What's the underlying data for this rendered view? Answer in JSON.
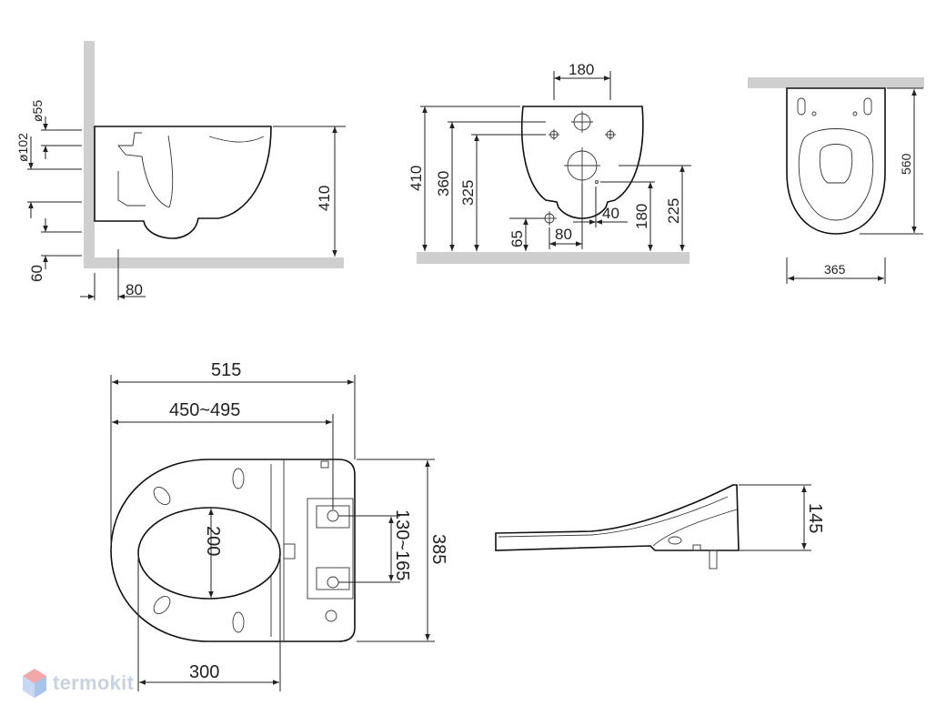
{
  "side_view": {
    "dims": {
      "d55": "ø55",
      "d102": "ø102",
      "h60": "60",
      "w80": "80",
      "h410": "410"
    }
  },
  "front_view": {
    "dims": {
      "w180": "180",
      "h410": "410",
      "h360": "360",
      "h325": "325",
      "h225": "225",
      "h180": "180",
      "w40": "40",
      "w80": "80",
      "h65": "65"
    }
  },
  "top_view": {
    "dims": {
      "h560": "560",
      "w365": "365"
    }
  },
  "seat_top": {
    "dims": {
      "w515": "515",
      "w450_495": "450~495",
      "h200": "200",
      "w300": "300",
      "h130_165": "130~165",
      "h385": "385"
    }
  },
  "seat_side": {
    "dims": {
      "h145": "145"
    }
  },
  "watermark": {
    "text": "termokit",
    "icon": "hexagon-logo-icon"
  }
}
